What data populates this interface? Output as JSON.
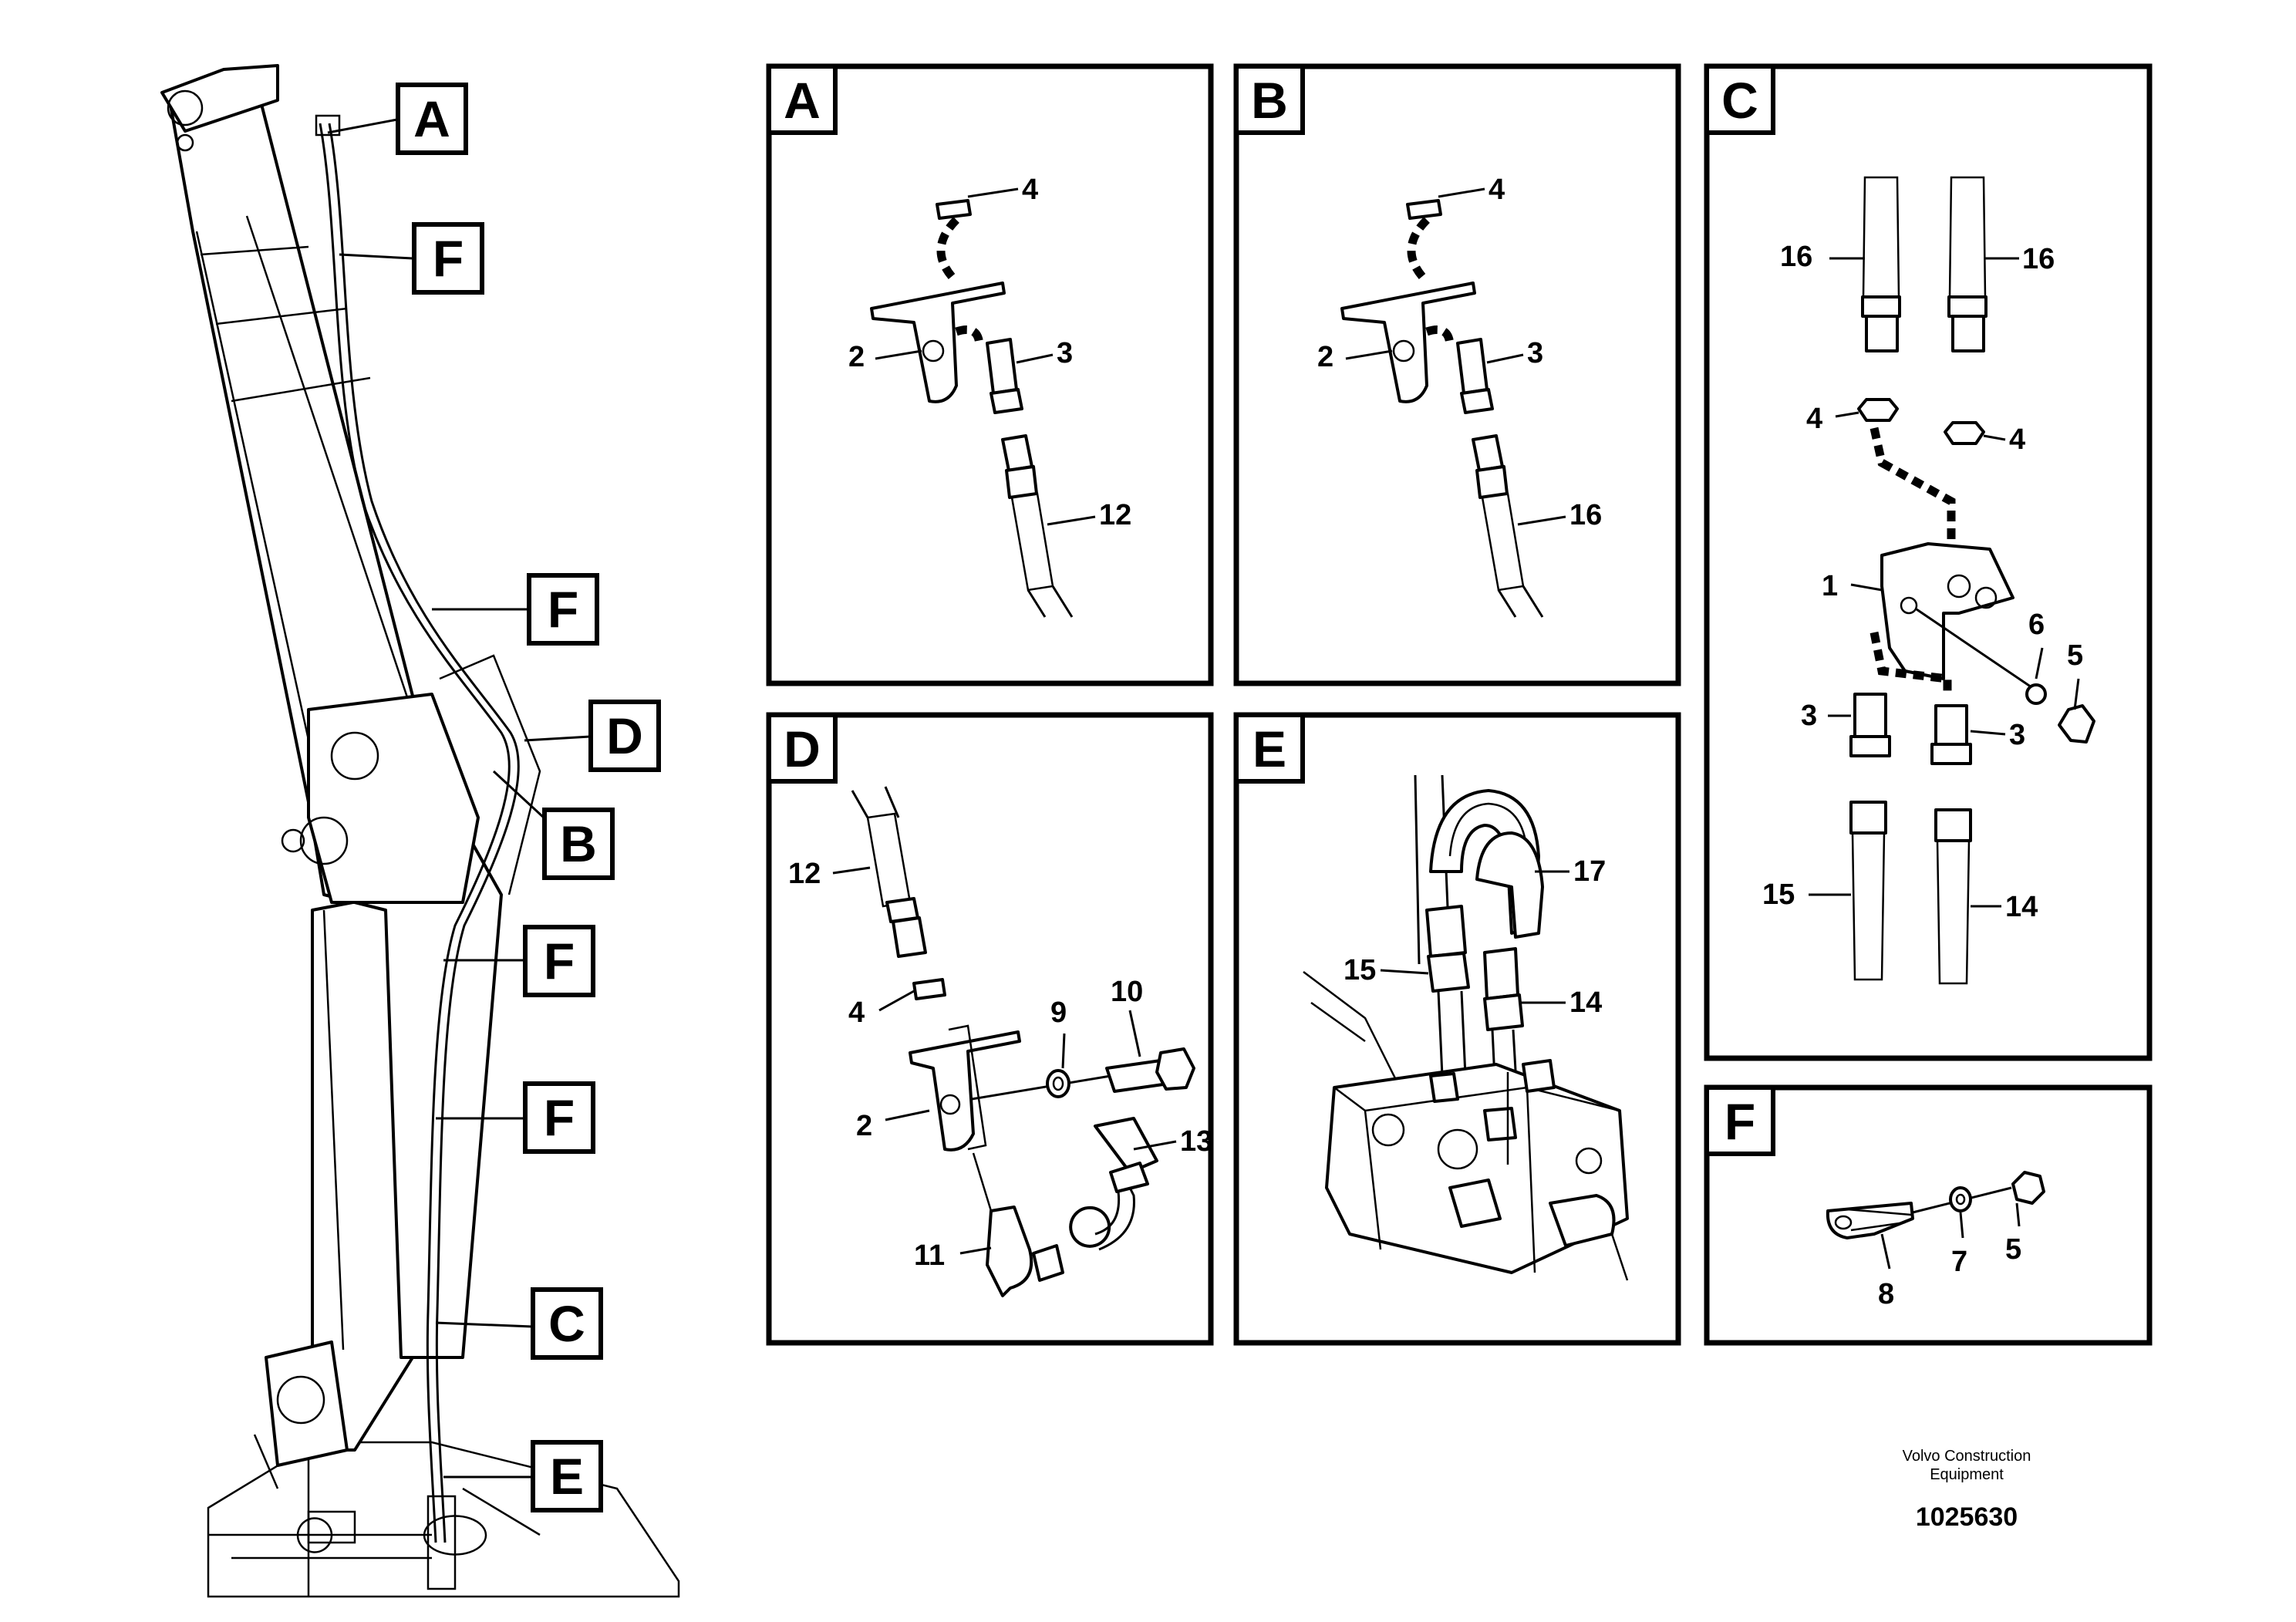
{
  "callouts": {
    "A": "A",
    "B": "B",
    "C": "C",
    "D": "D",
    "E": "E",
    "F": "F"
  },
  "overview_tags": [
    "A",
    "F",
    "F",
    "D",
    "B",
    "F",
    "F",
    "C",
    "E"
  ],
  "panels": {
    "A": {
      "letter": "A",
      "items": [
        "4",
        "2",
        "3",
        "12"
      ]
    },
    "B": {
      "letter": "B",
      "items": [
        "4",
        "2",
        "3",
        "16"
      ]
    },
    "C": {
      "letter": "C",
      "items": [
        "16",
        "16",
        "4",
        "4",
        "1",
        "6",
        "5",
        "3",
        "3",
        "15",
        "14"
      ]
    },
    "D": {
      "letter": "D",
      "items": [
        "12",
        "4",
        "9",
        "10",
        "2",
        "13",
        "11"
      ]
    },
    "E": {
      "letter": "E",
      "items": [
        "17",
        "15",
        "14"
      ]
    },
    "F": {
      "letter": "F",
      "items": [
        "5",
        "7",
        "8"
      ]
    }
  },
  "footer": {
    "line1": "Volvo Construction",
    "line2": "Equipment",
    "number": "1025630"
  }
}
